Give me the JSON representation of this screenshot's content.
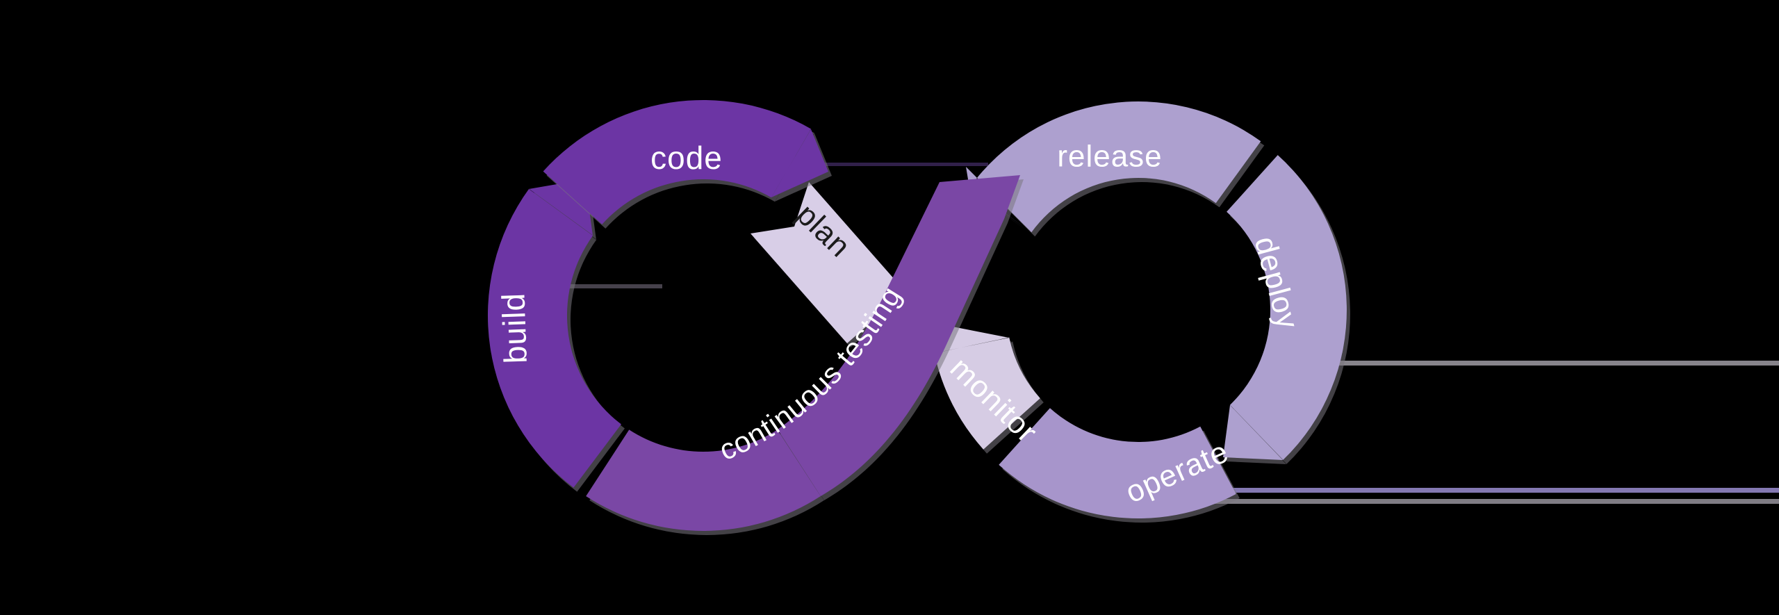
{
  "diagram": {
    "name": "devops-infinity-loop",
    "background": "#000000",
    "segments": [
      {
        "id": "build",
        "label": "build",
        "color": "#6C35A4",
        "text_color": "#FFFFFF"
      },
      {
        "id": "code",
        "label": "code",
        "color": "#6C35A4",
        "text_color": "#FFFFFF"
      },
      {
        "id": "plan",
        "label": "plan",
        "color": "#D8CEE7",
        "text_color": "#1B1B1B"
      },
      {
        "id": "continuous-testing",
        "label": "continuous testing",
        "color": "#7A47A5",
        "text_color": "#FFFFFF"
      },
      {
        "id": "release",
        "label": "release",
        "color": "#ADA0CF",
        "text_color": "#FFFFFF"
      },
      {
        "id": "deploy",
        "label": "deploy",
        "color": "#ADA0CF",
        "text_color": "#FFFFFF"
      },
      {
        "id": "operate",
        "label": "operate",
        "color": "#A795CB",
        "text_color": "#FFFFFF"
      },
      {
        "id": "monitor",
        "label": "monitor",
        "color": "#D6CCE4",
        "text_color": "#FFFFFF"
      }
    ],
    "lines": [
      {
        "id": "inner-left-line",
        "color": "#46414B"
      },
      {
        "id": "crossing-line",
        "color": "#31204A"
      },
      {
        "id": "right-gray-line",
        "color": "#87848B"
      },
      {
        "id": "bottom-purple-line",
        "color": "#8478B2"
      },
      {
        "id": "bottom-gray-line",
        "color": "#807D85"
      }
    ]
  }
}
